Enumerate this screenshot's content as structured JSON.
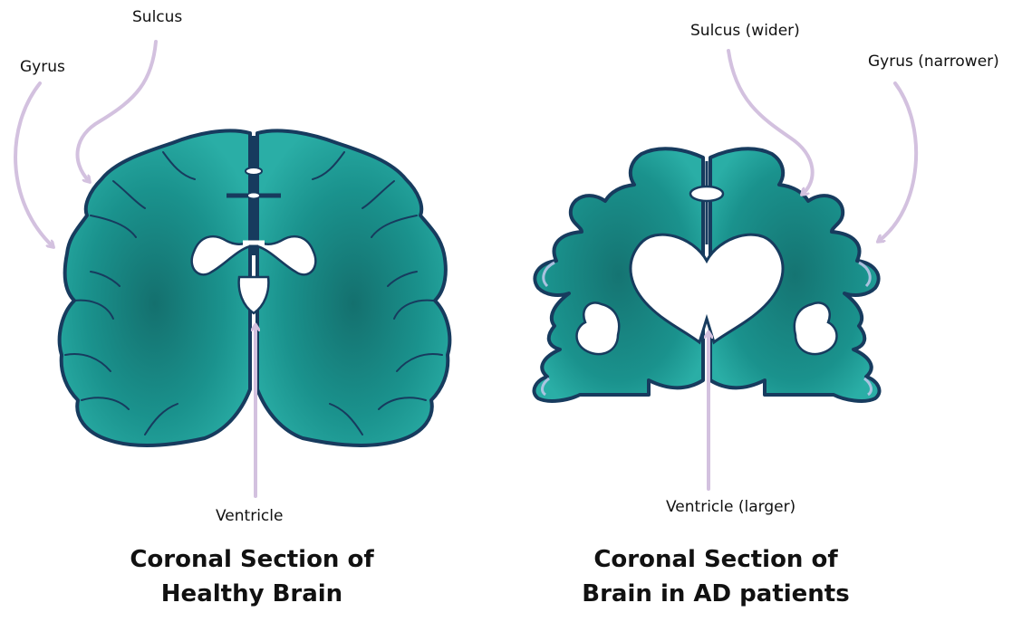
{
  "healthy": {
    "labels": {
      "sulcus": "Sulcus",
      "gyrus": "Gyrus",
      "ventricle": "Ventricle"
    },
    "caption": {
      "line1": "Coronal Section of",
      "line2": "Healthy Brain"
    }
  },
  "ad": {
    "labels": {
      "sulcus": "Sulcus (wider)",
      "gyrus": "Gyrus (narrower)",
      "ventricle": "Ventricle (larger)"
    },
    "caption": {
      "line1": "Coronal Section of",
      "line2": "Brain in AD patients"
    }
  },
  "colors": {
    "tissue": "#1a938e",
    "tissue_light": "#2bb0a8",
    "outline": "#173b5e",
    "arrow": "#d3c1df",
    "rim": "#b9c6e8"
  }
}
